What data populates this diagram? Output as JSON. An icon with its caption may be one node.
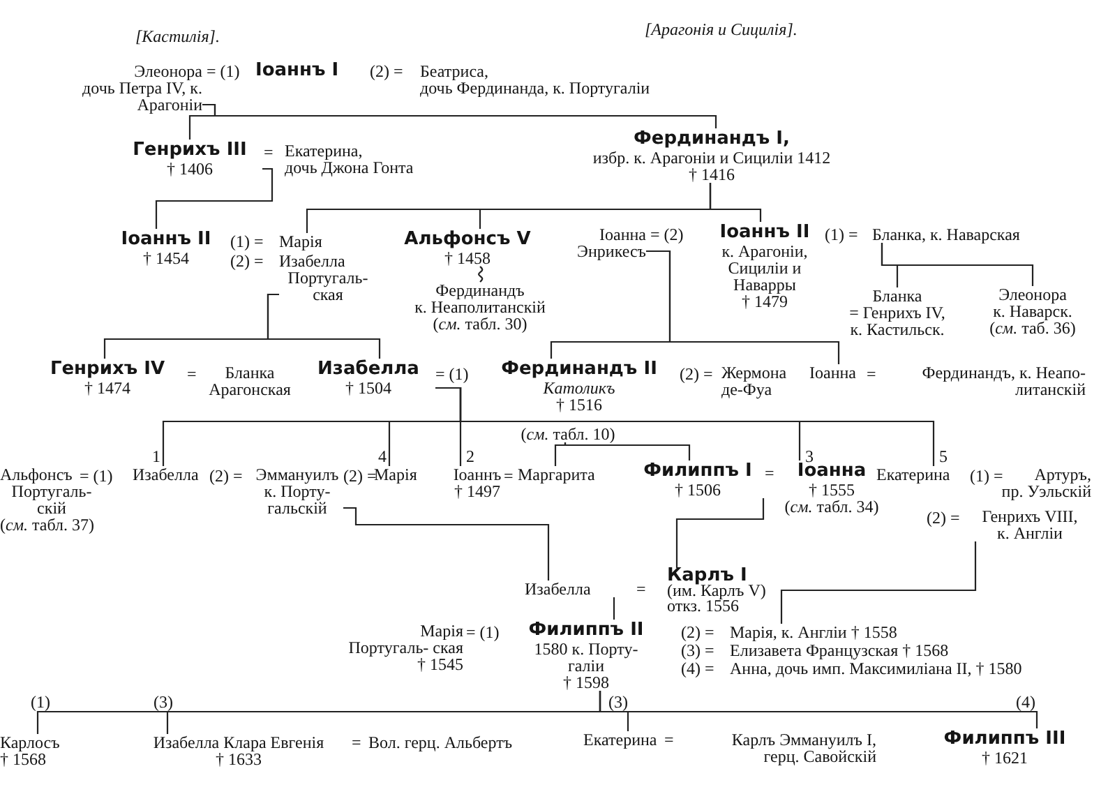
{
  "diagram": {
    "nodes": [
      {
        "text": [
          "Элеонора",
          "дочь Петра IV, к. Арагоніи"
        ]
      },
      {
        "text": [
          "Іоаннъ I"
        ]
      },
      {
        "text": [
          "Беатриса,",
          "дочь Фердинанда, к. Португаліи"
        ]
      },
      {
        "text": [
          "Генрихъ III",
          "† 1406"
        ]
      },
      {
        "text": [
          "Екатерина,",
          "дочь Джона Гонта"
        ]
      },
      {
        "text": [
          "Фердинандъ I,",
          "избр. к. Арагоніи и Сициліи 1412",
          "† 1416"
        ]
      },
      {
        "text": [
          "Іоаннъ II",
          "† 1454"
        ]
      },
      {
        "text": [
          "Марія"
        ]
      },
      {
        "text": [
          "Изабелла",
          "Португаль- ская"
        ]
      },
      {
        "text": [
          "Альфонсъ V",
          "† 1458"
        ]
      },
      {
        "text": [
          "Іоанна Энрикесъ"
        ]
      },
      {
        "text": [
          "Іоаннъ II",
          "к. Арагоніи, Сициліи и Наварры",
          "† 1479"
        ]
      },
      {
        "text": [
          "Бланка, к. Наварская"
        ]
      },
      {
        "text": [
          "Фердинандъ",
          "к. Неаполитанскій",
          "(*см.* табл. 30)"
        ]
      },
      {
        "text": [
          "Бланка",
          "= Генрихъ IV,",
          "к. Кастильск."
        ]
      },
      {
        "text": [
          "Элеонора",
          "к. Наварск.",
          "(*см.* таб. 36)"
        ]
      },
      {
        "text": [
          "Генрихъ IV",
          "† 1474"
        ]
      },
      {
        "text": [
          "Бланка Арагонская"
        ]
      },
      {
        "text": [
          "Изабелла",
          "† 1504"
        ]
      },
      {
        "text": [
          "Фердинандъ II",
          "Католикъ",
          "† 1516"
        ]
      },
      {
        "text": [
          "Жермона де-Фуа"
        ]
      },
      {
        "text": [
          "Іоанна"
        ]
      },
      {
        "text": [
          "Фердинандъ, к. Неапо- литанскій"
        ]
      },
      {
        "text": [
          "(*см.* табл. 10)"
        ]
      },
      {
        "text": [
          "Альфонсъ",
          "Португаль- скій",
          "(*см.* табл. 37)"
        ]
      },
      {
        "text": [
          "Изабелла"
        ]
      },
      {
        "text": [
          "Эммануилъ",
          "к. Порту- гальскій"
        ]
      },
      {
        "text": [
          "Марія"
        ]
      },
      {
        "text": [
          "Іоаннъ",
          "† 1497"
        ]
      },
      {
        "text": [
          "Маргарита"
        ]
      },
      {
        "text": [
          "Филиппъ I",
          "† 1506"
        ]
      },
      {
        "text": [
          "Іоанна",
          "† 1555",
          "(*см.* табл. 34)"
        ]
      },
      {
        "text": [
          "Екатерина"
        ]
      },
      {
        "text": [
          "Артуръ,",
          "пр. Уэльскій"
        ]
      },
      {
        "text": [
          "Генрихъ VIII,",
          "к. Англіи"
        ]
      },
      {
        "text": [
          "Изабелла"
        ]
      },
      {
        "text": [
          "Карлъ I",
          "(им. Карлъ V)",
          "откз. 1556"
        ]
      },
      {
        "text": [
          "Марія",
          "Португаль- ская † 1545"
        ]
      },
      {
        "text": [
          "Филиппъ II",
          "1580 к. Порту- галіи",
          "† 1598"
        ]
      },
      {
        "text": [
          "Марія, к. Англіи † 1558"
        ]
      },
      {
        "text": [
          "Елизавета Французская † 1568"
        ]
      },
      {
        "text": [
          "Анна, дочь имп. Максимиліана II, † 1580"
        ]
      },
      {
        "text": [
          "Карлосъ",
          "† 1568"
        ]
      },
      {
        "text": [
          "Изабелла Клара Евгенія",
          "† 1633"
        ]
      },
      {
        "text": [
          "Вол. герц. Альбертъ"
        ]
      },
      {
        "text": [
          "Екатерина"
        ]
      },
      {
        "text": [
          "Карлъ Эммануилъ I,",
          "герц. Савойскій"
        ]
      },
      {
        "text": [
          "Филиппъ III",
          "† 1621"
        ]
      }
    ],
    "edges": [
      {
        "from": 0,
        "to": 3,
        "arrow": "none"
      },
      {
        "from": 0,
        "to": 5,
        "arrow": "none"
      },
      {
        "from": 3,
        "to": 6,
        "arrow": "none"
      },
      {
        "from": 5,
        "to": 7,
        "arrow": "none"
      },
      {
        "from": 5,
        "to": 9,
        "arrow": "none"
      },
      {
        "from": 5,
        "to": 11,
        "arrow": "none"
      },
      {
        "from": 8,
        "to": 16,
        "arrow": "none"
      },
      {
        "from": 8,
        "to": 18,
        "arrow": "none"
      },
      {
        "from": 9,
        "to": 13,
        "arrow": "none"
      },
      {
        "from": 10,
        "to": 19,
        "arrow": "none"
      },
      {
        "from": 10,
        "to": 21,
        "arrow": "none"
      },
      {
        "from": 12,
        "to": 14,
        "arrow": "none"
      },
      {
        "from": 12,
        "to": 15,
        "arrow": "none"
      },
      {
        "from": 18,
        "to": 25,
        "arrow": "none"
      },
      {
        "from": 18,
        "to": 27,
        "arrow": "none"
      },
      {
        "from": 18,
        "to": 28,
        "arrow": "none"
      },
      {
        "from": 18,
        "to": 31,
        "arrow": "none"
      },
      {
        "from": 18,
        "to": 32,
        "arrow": "none"
      },
      {
        "from": 23,
        "to": 29,
        "arrow": "none"
      },
      {
        "from": 23,
        "to": 30,
        "arrow": "none"
      },
      {
        "from": 26,
        "to": 35,
        "arrow": "none"
      },
      {
        "from": 30,
        "to": 36,
        "arrow": "none"
      },
      {
        "from": 34,
        "to": 39,
        "arrow": "none"
      },
      {
        "from": 35,
        "to": 38,
        "arrow": "none"
      },
      {
        "from": 38,
        "to": 42,
        "arrow": "none"
      },
      {
        "from": 38,
        "to": 43,
        "arrow": "none"
      },
      {
        "from": 38,
        "to": 45,
        "arrow": "none"
      },
      {
        "from": 38,
        "to": 47,
        "arrow": "none"
      }
    ],
    "labels": [
      "[Кастилія].",
      "[Арагонія и Сицилія].",
      "= (1)",
      "(2) =",
      "=",
      "(1) =",
      "(2) =",
      "= (2)",
      "(1) =",
      "=",
      "= (1)",
      "(2) =",
      "=",
      "1",
      "4",
      "2",
      "3",
      "5",
      "= (1)",
      "(2) =",
      "(2) =",
      "=",
      "=",
      "(1) =",
      "(2) =",
      "=",
      "= (1)",
      "(2) =",
      "(3) =",
      "(4) =",
      "(1)",
      "(3)",
      "(3)",
      "(4)",
      "=",
      "="
    ]
  }
}
